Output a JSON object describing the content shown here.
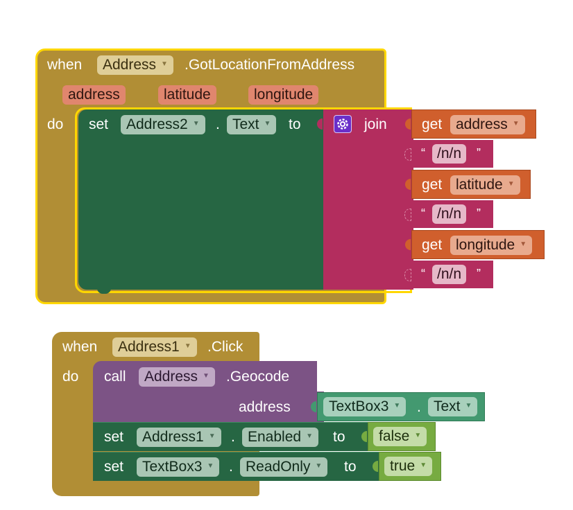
{
  "event1": {
    "when": "when",
    "component": "Address",
    "event": ".GotLocationFromAddress",
    "params": [
      "address",
      "latitude",
      "longitude"
    ],
    "do": "do",
    "stmt": {
      "set": "set",
      "component": "Address2",
      "dot": ".",
      "property": "Text",
      "to": "to",
      "join": "join",
      "items": [
        {
          "kind": "get",
          "get": "get",
          "var": "address"
        },
        {
          "kind": "text",
          "open": "“",
          "value": "/n/n",
          "close": "”"
        },
        {
          "kind": "get",
          "get": "get",
          "var": "latitude"
        },
        {
          "kind": "text",
          "open": "“",
          "value": "/n/n",
          "close": "”"
        },
        {
          "kind": "get",
          "get": "get",
          "var": "longitude"
        },
        {
          "kind": "text",
          "open": "“",
          "value": "/n/n",
          "close": "”"
        }
      ]
    }
  },
  "event2": {
    "when": "when",
    "component": "Address1",
    "event": ".Click",
    "do": "do",
    "call": {
      "call": "call",
      "component": "Address",
      "method": ".Geocode",
      "arg_label": "address",
      "arg_component": "TextBox3",
      "dot": ".",
      "arg_property": "Text"
    },
    "set1": {
      "set": "set",
      "component": "Address1",
      "dot": ".",
      "property": "Enabled",
      "to": "to",
      "value": "false"
    },
    "set2": {
      "set": "set",
      "component": "TextBox3",
      "dot": ".",
      "property": "ReadOnly",
      "to": "to",
      "value": "true"
    }
  },
  "colors": {
    "event": "#B18E35",
    "event_select": "#FFD700",
    "param": "#E0866E",
    "setter": "#266643",
    "join": "#B32D5E",
    "get": "#D05F2D",
    "text": "#B32D5E",
    "call": "#7C5385",
    "getter": "#439970",
    "logic": "#77AB41",
    "gear": "#6A2EC9"
  }
}
